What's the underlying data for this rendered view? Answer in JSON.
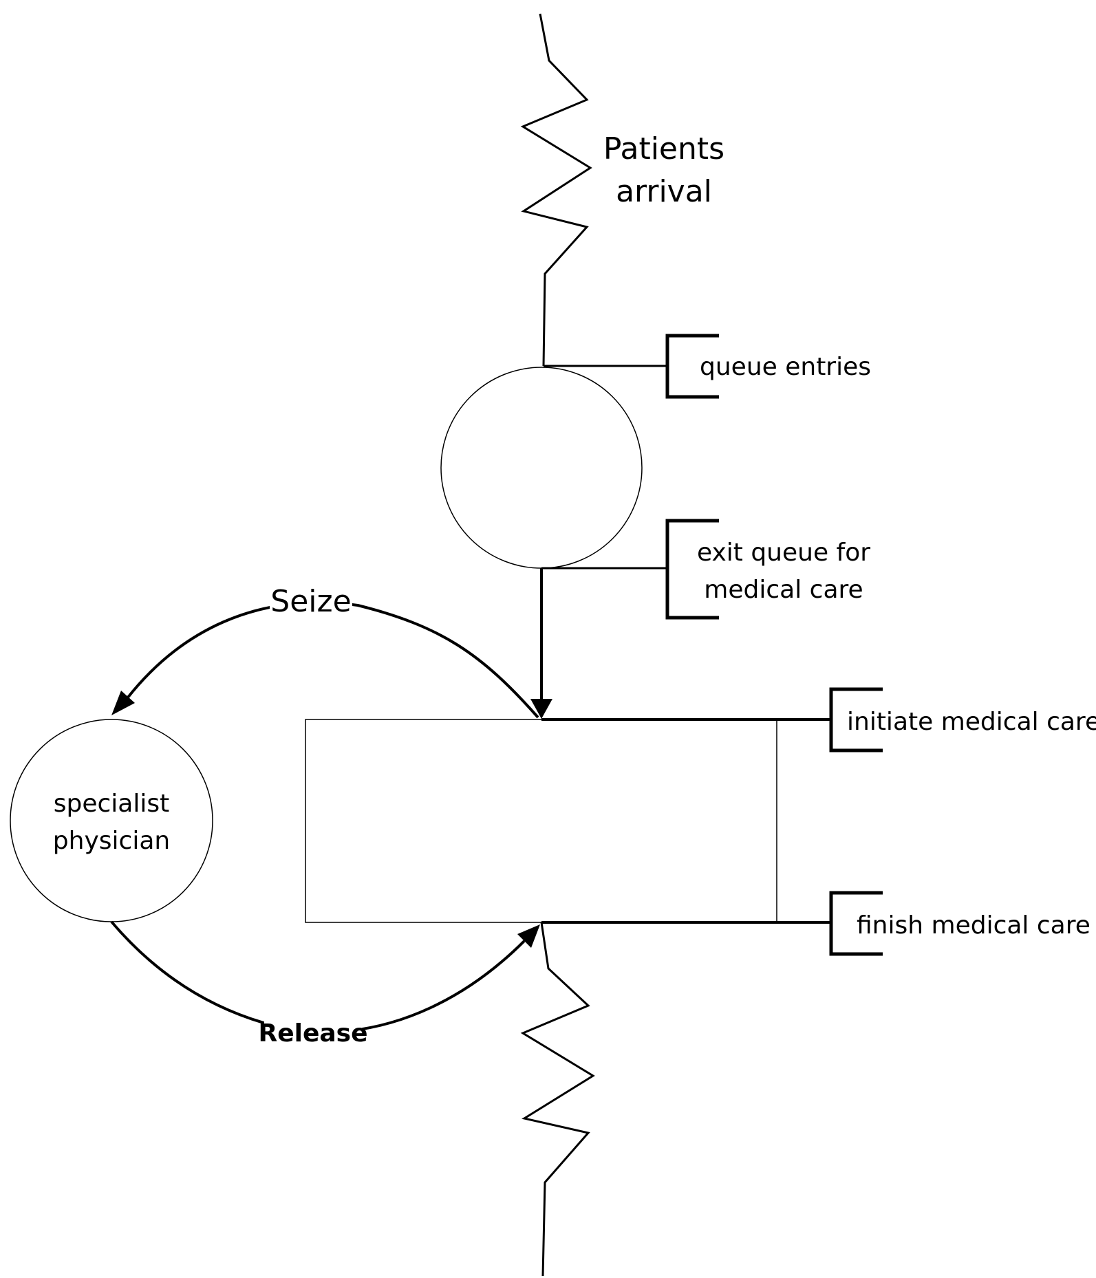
{
  "labels": {
    "arrival_line1": "Patients",
    "arrival_line2": "arrival",
    "queue_entries": "queue entries",
    "exit_queue_line1": "exit queue for",
    "exit_queue_line2": "medical care",
    "initiate_care": "initiate medical care",
    "finish_care": "finish medical care",
    "seize": "Seize",
    "release": "Release",
    "resource_line1": "specialist",
    "resource_line2": "physician"
  }
}
